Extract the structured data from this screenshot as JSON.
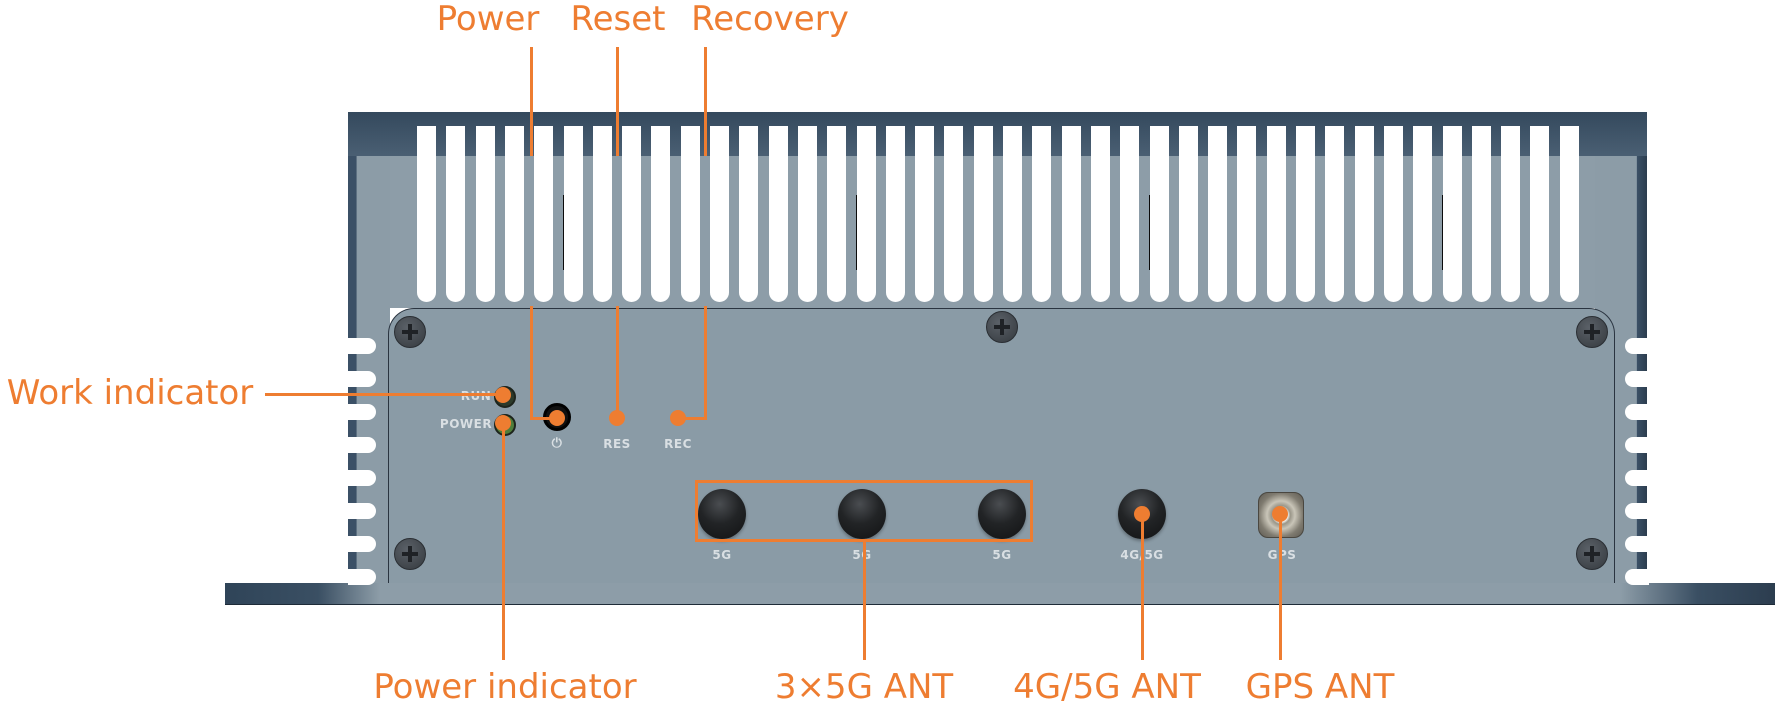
{
  "diagram": {
    "subject": "Industrial edge computer front panel",
    "accent_color": "#ee7d31",
    "callouts_top": [
      {
        "id": "power",
        "label": "Power"
      },
      {
        "id": "reset",
        "label": "Reset"
      },
      {
        "id": "recovery",
        "label": "Recovery"
      }
    ],
    "callouts_left": [
      {
        "id": "work-indicator",
        "label": "Work indicator"
      }
    ],
    "callouts_bottom": [
      {
        "id": "power-indicator",
        "label": "Power indicator"
      },
      {
        "id": "5g-ant-group",
        "label": "3×5G ANT"
      },
      {
        "id": "4g5g-ant",
        "label": "4G/5G ANT"
      },
      {
        "id": "gps-ant",
        "label": "GPS ANT"
      }
    ],
    "panel_labels": {
      "run": "RUN",
      "power": "POWER",
      "power_symbol": "⏻",
      "res": "RES",
      "rec": "REC",
      "ant1": "5G",
      "ant2": "5G",
      "ant3": "5G",
      "ant4": "4G/5G",
      "gps": "GPS"
    }
  }
}
